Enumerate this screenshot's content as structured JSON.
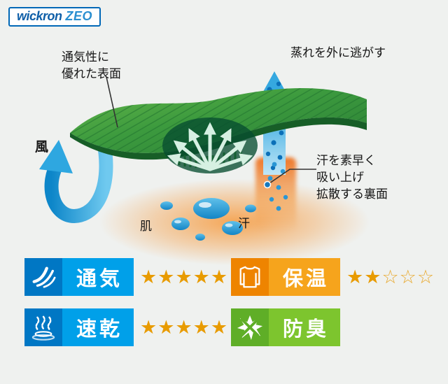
{
  "logo": {
    "brand": "wickron",
    "model": "ZEO"
  },
  "diagram": {
    "surface_label_line1": "通気性に",
    "surface_label_line2": "優れた表面",
    "moisture_label": "蒸れを外に逃がす",
    "wind_label": "風",
    "absorb_label_line1": "汗を素早く",
    "absorb_label_line2": "吸い上げ",
    "absorb_label_line3": "拡散する裏面",
    "skin_label": "肌",
    "sweat_label": "汗"
  },
  "ratings": [
    {
      "label": "通気",
      "icon": "airflow-icon",
      "stars_filled": 5,
      "stars_total": 5,
      "badge_color": "#00a0e9",
      "icon_bg": "#0077c4"
    },
    {
      "label": "保温",
      "icon": "shirt-icon",
      "stars_filled": 2,
      "stars_total": 5,
      "badge_color": "#f6a41c",
      "icon_bg": "#ee8400"
    },
    {
      "label": "速乾",
      "icon": "quick-dry-icon",
      "stars_filled": 5,
      "stars_total": 5,
      "badge_color": "#00a0e9",
      "icon_bg": "#0077c4"
    },
    {
      "label": "防臭",
      "icon": "anti-odor-icon",
      "stars_filled": 0,
      "stars_total": 0,
      "badge_color": "#7dc52e",
      "icon_bg": "#5fae27"
    }
  ],
  "colors": {
    "star_filled": "#e89b00",
    "star_empty": "#e8a92f",
    "fabric_green": "#3c9a3e",
    "arrow_blue": "#2ea7e0",
    "glow_orange": "#f69432"
  }
}
